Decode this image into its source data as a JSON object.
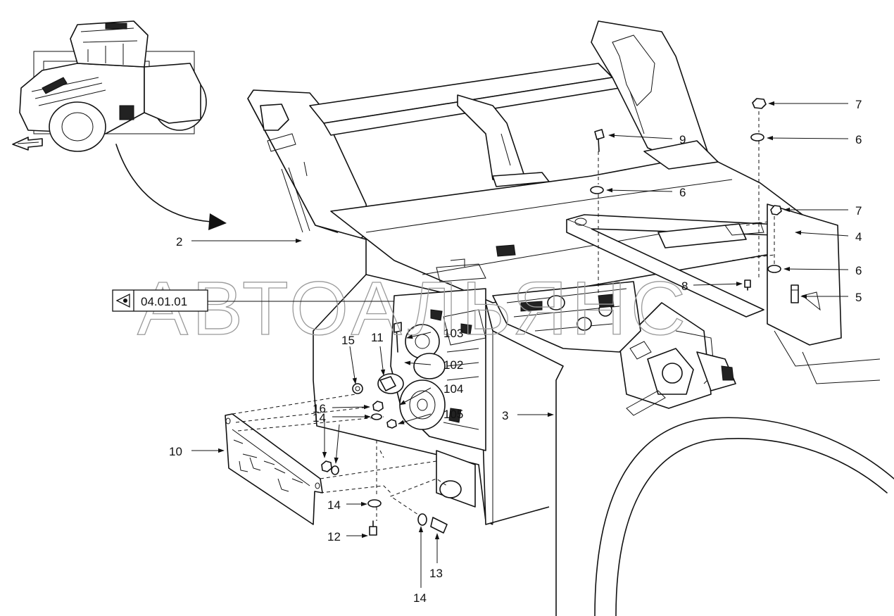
{
  "watermark": "АВТОАЛЬЯНС",
  "reference": {
    "code": "04.01.01"
  },
  "callouts": [
    {
      "id": "c7a",
      "label": "7"
    },
    {
      "id": "c9",
      "label": "9"
    },
    {
      "id": "c6a",
      "label": "6"
    },
    {
      "id": "c6b",
      "label": "6"
    },
    {
      "id": "c7b",
      "label": "7"
    },
    {
      "id": "c4",
      "label": "4"
    },
    {
      "id": "c6c",
      "label": "6"
    },
    {
      "id": "c8",
      "label": "8"
    },
    {
      "id": "c5",
      "label": "5"
    },
    {
      "id": "c2",
      "label": "2"
    },
    {
      "id": "c3",
      "label": "3"
    },
    {
      "id": "c15",
      "label": "15"
    },
    {
      "id": "c11",
      "label": "11"
    },
    {
      "id": "c103",
      "label": "103"
    },
    {
      "id": "c102",
      "label": "102"
    },
    {
      "id": "c104",
      "label": "104"
    },
    {
      "id": "c105",
      "label": "105"
    },
    {
      "id": "c16",
      "label": "16"
    },
    {
      "id": "c14a",
      "label": "14"
    },
    {
      "id": "c10",
      "label": "10"
    },
    {
      "id": "c14b",
      "label": "14"
    },
    {
      "id": "c12",
      "label": "12"
    },
    {
      "id": "c13",
      "label": "13"
    },
    {
      "id": "c14c",
      "label": "14"
    }
  ],
  "icons": {
    "view_marker": "eye-view-icon",
    "arrow": "curved-arrow-icon"
  }
}
